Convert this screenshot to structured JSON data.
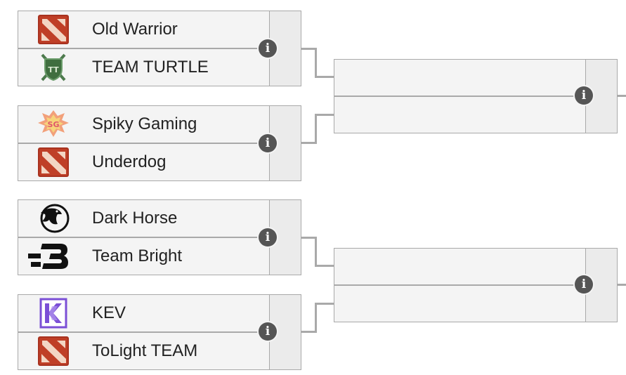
{
  "round1": [
    {
      "team_a": {
        "name": "Old Warrior",
        "logo": "dota-logo"
      },
      "team_b": {
        "name": "TEAM TURTLE",
        "logo": "turtle-crest-logo"
      }
    },
    {
      "team_a": {
        "name": "Spiky Gaming",
        "logo": "spiky-logo"
      },
      "team_b": {
        "name": "Underdog",
        "logo": "dota-logo"
      }
    },
    {
      "team_a": {
        "name": "Dark Horse",
        "logo": "horse-logo"
      },
      "team_b": {
        "name": "Team Bright",
        "logo": "bright-b-logo"
      }
    },
    {
      "team_a": {
        "name": "KEV",
        "logo": "kev-logo"
      },
      "team_b": {
        "name": "ToLight TEAM",
        "logo": "dota-logo"
      }
    }
  ],
  "round2": [
    {
      "team_a": {
        "name": ""
      },
      "team_b": {
        "name": ""
      }
    },
    {
      "team_a": {
        "name": ""
      },
      "team_b": {
        "name": ""
      }
    }
  ],
  "info_glyph": "i",
  "colors": {
    "border": "#a9a9a9",
    "cell_bg": "#f4f4f4",
    "score_bg": "#ebebeb",
    "info_bg": "#555555",
    "dota_red": "#a8321f",
    "kev_purple": "#7b4fd6"
  }
}
